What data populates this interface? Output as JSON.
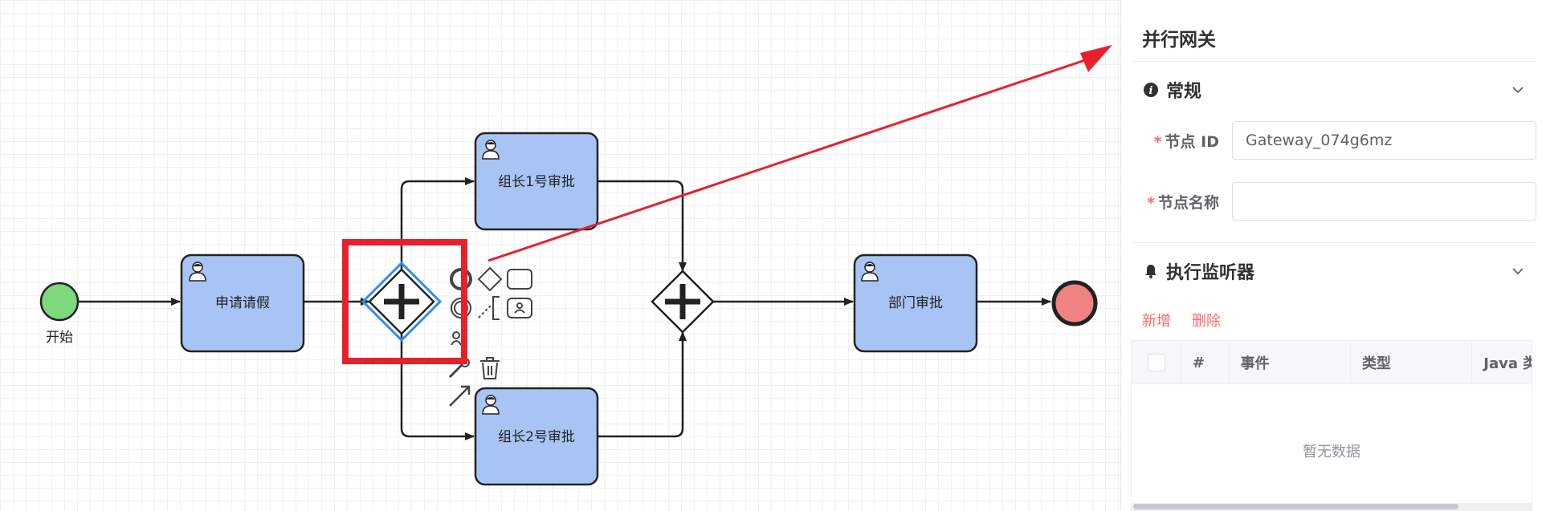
{
  "diagram": {
    "start_label": "开始",
    "tasks": {
      "apply": "申请请假",
      "leader1": "组长1号审批",
      "leader2": "组长2号审批",
      "dept": "部门审批"
    }
  },
  "colors": {
    "task_fill": "#a8c4f5",
    "start_fill": "#7ed87e",
    "end_fill": "#f08282",
    "highlight_box": "#e8202b",
    "arrow": "#e8202b",
    "selection": "#2f8df0",
    "required": "#f56c6c"
  },
  "panel": {
    "title": "并行网关",
    "general": {
      "title": "常规",
      "icon": "info-icon",
      "fields": {
        "node_id": {
          "label": "节点 ID",
          "value": "Gateway_074g6mz"
        },
        "node_name": {
          "label": "节点名称",
          "value": ""
        }
      }
    },
    "listener": {
      "title": "执行监听器",
      "icon": "bell-icon",
      "add_label": "新增",
      "delete_label": "删除",
      "columns": [
        "#",
        "事件",
        "类型",
        "Java 类"
      ],
      "empty_text": "暂无数据"
    }
  }
}
